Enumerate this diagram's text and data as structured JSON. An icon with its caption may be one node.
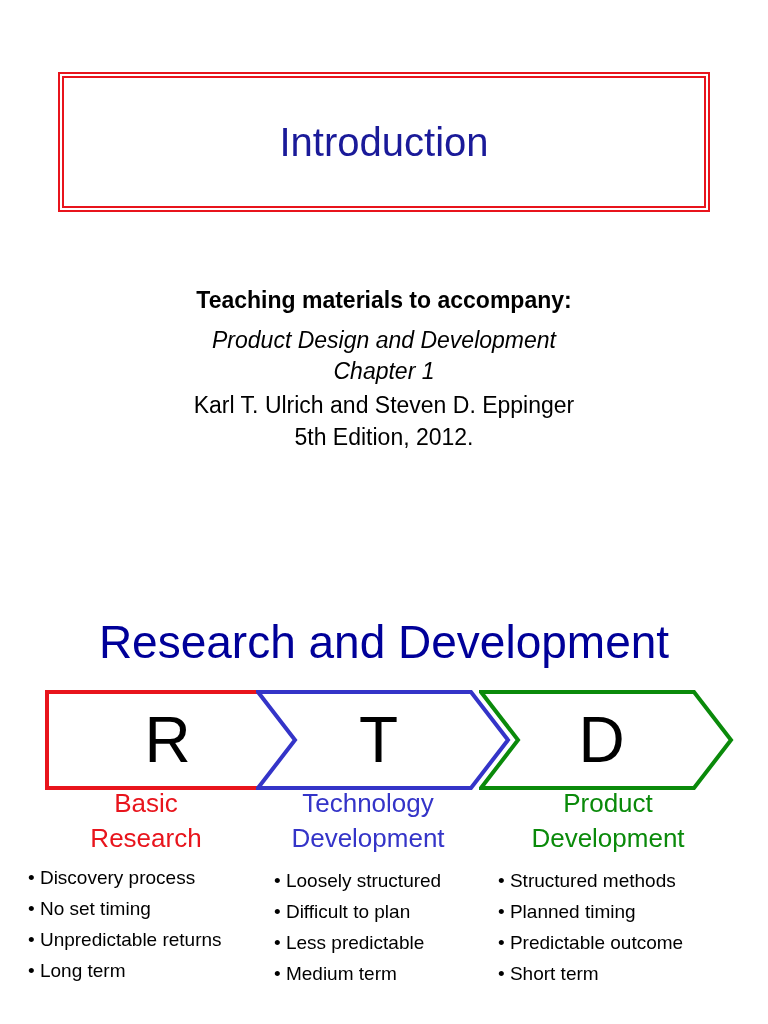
{
  "diagram": {
    "title": "Research and Development",
    "nodes": [
      {
        "text": [
          "Introduction"
        ]
      },
      {
        "text": [
          "R"
        ],
        "beside": [
          "Basic Research",
          "• Discovery process",
          "• No set timing",
          "• Unpredictable returns",
          "• Long term"
        ]
      },
      {
        "text": [
          "T"
        ],
        "beside": [
          "Technology Development",
          "• Loosely structured",
          "• Difficult to plan",
          "• Less predictable",
          "• Medium term"
        ]
      },
      {
        "text": [
          "D"
        ],
        "beside": [
          "Product Development",
          "• Structured methods",
          "• Planned timing",
          "• Predictable outcome",
          "• Short term"
        ]
      }
    ],
    "edges": [],
    "labels": [
      "Teaching materials to accompany:",
      "Product Design and Development",
      "Chapter 1",
      "Karl T. Ulrich and Steven D. Eppinger",
      "5th Edition, 2012."
    ]
  }
}
